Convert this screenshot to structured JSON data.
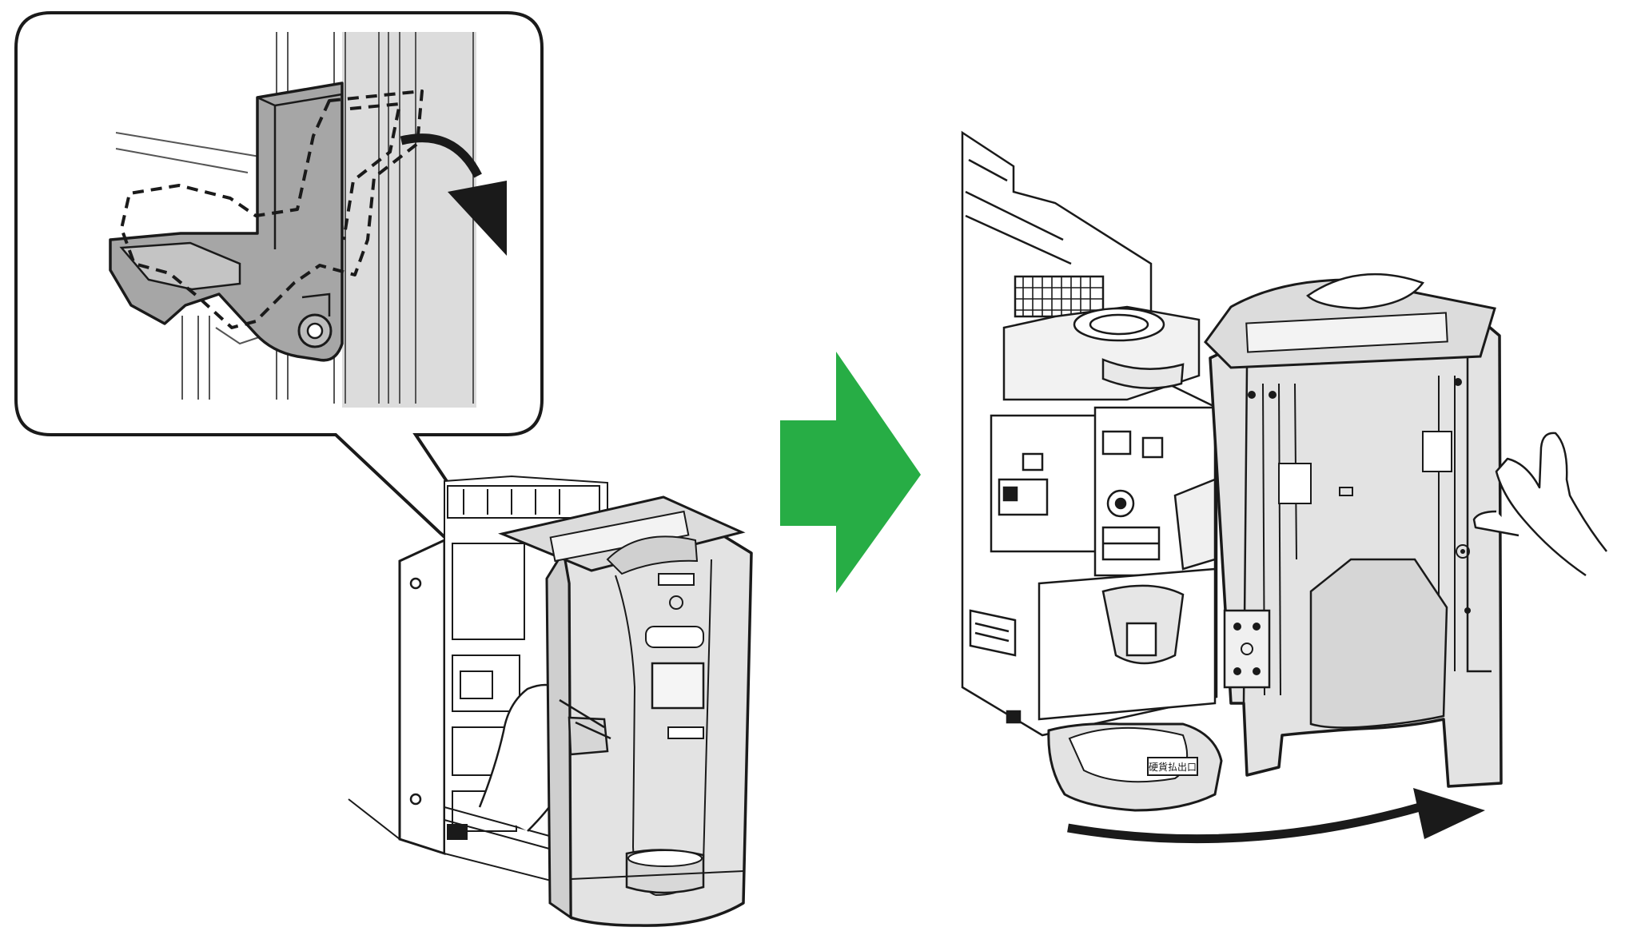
{
  "colors": {
    "background": "#ffffff",
    "outline": "#1a1a1a",
    "panel_gray": "#e3e3e3",
    "lever_gray": "#a6a6a6",
    "wall_gray": "#dcdcdc",
    "arrow_green": "#27ad45"
  },
  "icons": {
    "transition": "green-right-arrow",
    "rotate_lever": "curved-down-arrow",
    "rotate_door": "curved-swing-arrow"
  },
  "labels": {
    "chute_tag": "硬貨払出口"
  }
}
